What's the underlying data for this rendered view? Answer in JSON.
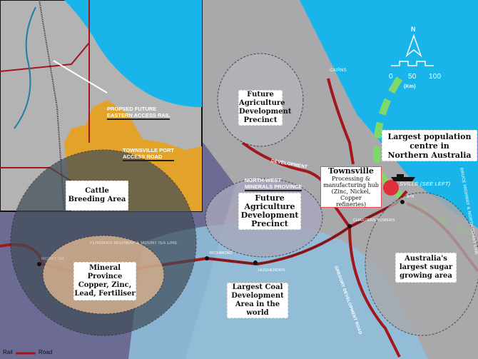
{
  "inset": {
    "eastern_rail": [
      "PROPSED FUTURE",
      "EASTERN ACCESS RAIL"
    ],
    "port_road": [
      "TOWNSVILLE PORT",
      "ACCESS ROAD"
    ]
  },
  "regions": {
    "cattle": "Cattle Breeding Area",
    "mineral": [
      "Mineral",
      "Province",
      "Copper, Zinc,",
      "Lead, Fertiliser"
    ],
    "future_agri_north": [
      "Future",
      "Agriculture",
      "Development",
      "Precinct"
    ],
    "future_agri_south": [
      "Future",
      "Agriculture",
      "Development",
      "Precinct"
    ],
    "coal": [
      "Largest Coal",
      "Development",
      "Area in the",
      "world"
    ],
    "sugar": [
      "Australia's",
      "largest sugar",
      "growing area"
    ],
    "population": [
      "Largest population",
      "centre in",
      "Northern Australia"
    ]
  },
  "townsville": {
    "title": "Townsville",
    "lines": [
      "Processing &",
      "manufacturing hub",
      "(Zinc, Nickel, Copper",
      "refineries)"
    ]
  },
  "map_labels": {
    "nw_minerals": [
      "NORTH-WEST",
      "MINERALS PROVINCE"
    ],
    "cairns": "CAIRNS",
    "townsville_see_left": "SVILLE (SEE LEFT)",
    "ayr": "AYR",
    "charters_towers": "CHARTERS TOWERS",
    "richmond": "RICHMOND",
    "hughenden": "HUGHENDEN",
    "mount_isa": "MOUNT ISA",
    "flinders": "FLINDERS HIGHWAY & MOUNT ISA LINE",
    "development_road": "DEVELOPMENT",
    "gregory": "GREGORY DEVELOPMENT ROAD",
    "bruce": "BRUCE HIGHWAY & NORTH COAST LINE"
  },
  "compass": "N",
  "scale": {
    "ticks": [
      "0",
      "50",
      "100"
    ],
    "unit": "(Km)"
  },
  "legend": {
    "rail": "Rail",
    "road": "Road"
  },
  "colors": {
    "sea": "#19b5ea",
    "land": "#a9a9ab",
    "road": "#a3161b",
    "industrial": "#e3a32a",
    "green_route": "#7fd96a"
  }
}
